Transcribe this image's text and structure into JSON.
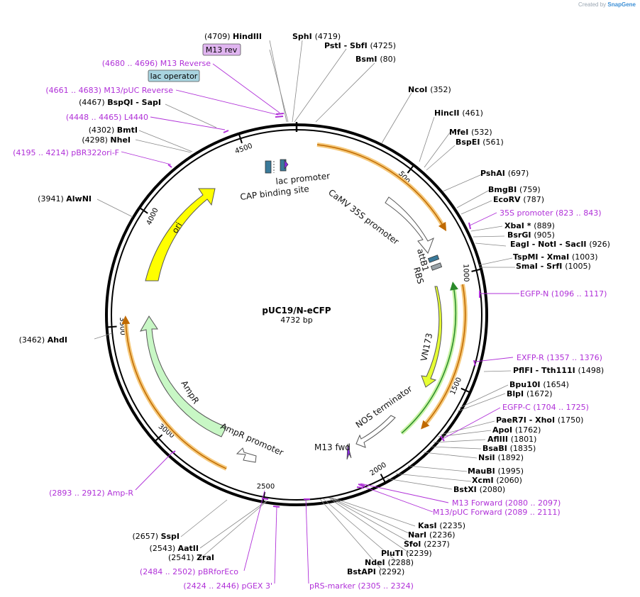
{
  "credit": {
    "prefix": "Created by",
    "brand": "SnapGene"
  },
  "plasmid": {
    "name": "pUC19/N-eCFP",
    "length_label": "4732 bp"
  },
  "colors": {
    "ori": "#ffff00",
    "ampr": "#c8f7c5",
    "vn173": "#e6ff33",
    "promoter": "#ffffff",
    "annotation_bar": "#f5c87a",
    "arrow_brown": "#c06a00",
    "primer": "#b030d8",
    "backbone": "#000000",
    "site_line": "#888888"
  },
  "ticks": [
    "500",
    "1000",
    "1500",
    "2000",
    "2500",
    "3000",
    "3500",
    "4000",
    "4500"
  ],
  "features": [
    {
      "id": "ori",
      "label": "ori"
    },
    {
      "id": "ampr",
      "label": "AmpR"
    },
    {
      "id": "ampr_prom",
      "label": "AmpR promoter"
    },
    {
      "id": "camv35s",
      "label": "CaMV 35S promoter"
    },
    {
      "id": "vn173",
      "label": "VN173"
    },
    {
      "id": "nos",
      "label": "NOS terminator"
    },
    {
      "id": "m13fwd",
      "label": "M13 fwd"
    },
    {
      "id": "attb1",
      "label": "attB1"
    },
    {
      "id": "rbs",
      "label": "RBS"
    },
    {
      "id": "lac_prom",
      "label": "lac promoter"
    },
    {
      "id": "cap",
      "label": "CAP binding site"
    }
  ],
  "boxed_labels": [
    {
      "id": "m13rev_box",
      "label": "M13 rev"
    },
    {
      "id": "lacop_box",
      "label": "lac operator"
    }
  ],
  "sites": [
    {
      "id": "hindiii",
      "pos": "(4709)",
      "name": "HindIII"
    },
    {
      "id": "sphi",
      "pos": "(4719)",
      "name": "SphI"
    },
    {
      "id": "psti_sbfi",
      "name": "PstI - SbfI",
      "pos": "(4725)"
    },
    {
      "id": "bsmi",
      "name": "BsmI",
      "pos": "(80)"
    },
    {
      "id": "ncoi",
      "name": "NcoI",
      "pos": "(352)"
    },
    {
      "id": "hincii",
      "name": "HincII",
      "pos": "(461)"
    },
    {
      "id": "mfei",
      "name": "MfeI",
      "pos": "(532)"
    },
    {
      "id": "bspei",
      "name": "BspEI",
      "pos": "(561)"
    },
    {
      "id": "pshai",
      "name": "PshAI",
      "pos": "(697)"
    },
    {
      "id": "bmgbi",
      "name": "BmgBI",
      "pos": "(759)"
    },
    {
      "id": "ecorv",
      "name": "EcoRV",
      "pos": "(787)"
    },
    {
      "id": "xbai",
      "name": "XbaI *",
      "pos": "(889)"
    },
    {
      "id": "bsrgi",
      "name": "BsrGI",
      "pos": "(905)"
    },
    {
      "id": "eagi",
      "name": "EagI - NotI - SacII",
      "pos": "(926)"
    },
    {
      "id": "tspmi",
      "name": "TspMI - XmaI",
      "pos": "(1003)"
    },
    {
      "id": "smai",
      "name": "SmaI - SrfI",
      "pos": "(1005)"
    },
    {
      "id": "pflfi",
      "name": "PflFI - Tth111I",
      "pos": "(1498)"
    },
    {
      "id": "bpu10i",
      "name": "Bpu10I",
      "pos": "(1654)"
    },
    {
      "id": "blpi",
      "name": "BlpI",
      "pos": "(1672)"
    },
    {
      "id": "paer7i",
      "name": "PaeR7I - XhoI",
      "pos": "(1750)"
    },
    {
      "id": "apoi",
      "name": "ApoI",
      "pos": "(1762)"
    },
    {
      "id": "aflIII",
      "name": "AflIII",
      "pos": "(1801)"
    },
    {
      "id": "bsabi",
      "name": "BsaBI",
      "pos": "(1835)"
    },
    {
      "id": "nsii",
      "name": "NsiI",
      "pos": "(1892)"
    },
    {
      "id": "maubi",
      "name": "MauBI",
      "pos": "(1995)"
    },
    {
      "id": "xcmi",
      "name": "XcmI",
      "pos": "(2060)"
    },
    {
      "id": "bstxi",
      "name": "BstXI",
      "pos": "(2080)"
    },
    {
      "id": "kasi",
      "name": "KasI",
      "pos": "(2235)"
    },
    {
      "id": "nari",
      "name": "NarI",
      "pos": "(2236)"
    },
    {
      "id": "sfoi",
      "name": "SfoI",
      "pos": "(2237)"
    },
    {
      "id": "pluti",
      "name": "PluTI",
      "pos": "(2239)"
    },
    {
      "id": "ndei",
      "name": "NdeI",
      "pos": "(2288)"
    },
    {
      "id": "bstapi",
      "name": "BstAPI",
      "pos": "(2292)"
    },
    {
      "id": "sspi",
      "pos": "(2657)",
      "name": "SspI"
    },
    {
      "id": "aatii",
      "pos": "(2543)",
      "name": "AatII"
    },
    {
      "id": "zrai",
      "pos": "(2541)",
      "name": "ZraI"
    },
    {
      "id": "ahdi",
      "pos": "(3462)",
      "name": "AhdI"
    },
    {
      "id": "alwni",
      "pos": "(3941)",
      "name": "AlwNI"
    },
    {
      "id": "bmti",
      "pos": "(4302)",
      "name": "BmtI"
    },
    {
      "id": "nhei",
      "pos": "(4298)",
      "name": "NheI"
    },
    {
      "id": "bspqi",
      "pos": "(4467)",
      "name": "BspQI - SapI"
    }
  ],
  "primers": [
    {
      "id": "m13rev",
      "text": "(4680 .. 4696)  M13 Reverse"
    },
    {
      "id": "m13puc_rev",
      "text": "(4661 .. 4683)  M13/pUC Reverse"
    },
    {
      "id": "l4440",
      "text": "(4448 .. 4465)  L4440"
    },
    {
      "id": "pbr322ori",
      "text": "(4195 .. 4214)  pBR322ori-F"
    },
    {
      "id": "p35s",
      "text": "35S promoter    (823 .. 843)"
    },
    {
      "id": "egfpn",
      "text": "EGFP-N    (1096 .. 1117)"
    },
    {
      "id": "exfpr",
      "text": "EXFP-R    (1357 .. 1376)"
    },
    {
      "id": "egfpc",
      "text": "EGFP-C    (1704 .. 1725)"
    },
    {
      "id": "m13fwd_p",
      "text": "M13 Forward    (2080 .. 2097)"
    },
    {
      "id": "m13puc_fwd",
      "text": "M13/pUC Forward    (2089 .. 2111)"
    },
    {
      "id": "ampr_p",
      "text": "(2893 .. 2912)  Amp-R"
    },
    {
      "id": "pbrforeco",
      "text": "(2484 .. 2502)  pBRforEco"
    },
    {
      "id": "pgex3",
      "text": "(2424 .. 2446)  pGEX 3'"
    },
    {
      "id": "prsmarker",
      "text": "pRS-marker    (2305 .. 2324)"
    }
  ]
}
